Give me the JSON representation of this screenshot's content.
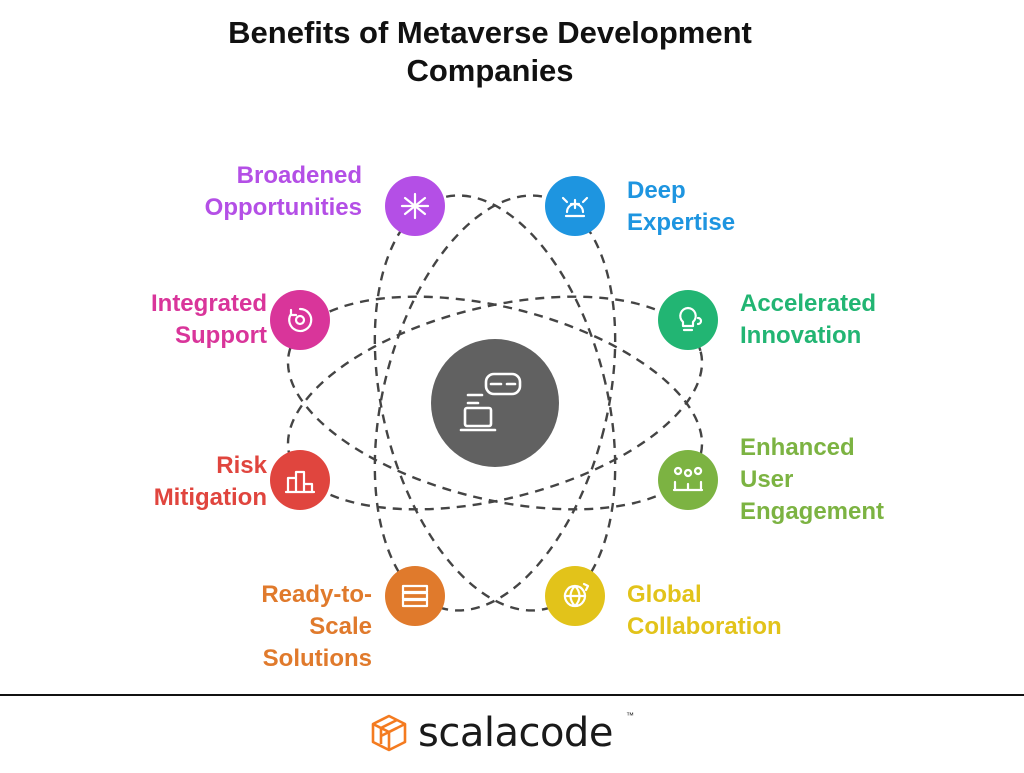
{
  "title_line1": "Benefits of Metaverse Development",
  "title_line2": "Companies",
  "center_icon": "vr-headset-laptop-icon",
  "orbit_color": "#444444",
  "center_color": "#616161",
  "benefits": [
    {
      "label": "Broadened\nOpportunities",
      "color": "#B44FE6",
      "icon": "network-nodes-icon",
      "side": "left"
    },
    {
      "label": "Deep\nExpertise",
      "color": "#1E95E0",
      "icon": "ai-brain-icon",
      "side": "right"
    },
    {
      "label": "Integrated\nSupport",
      "color": "#D9359A",
      "icon": "gear-cycle-icon",
      "side": "left"
    },
    {
      "label": "Accelerated\nInnovation",
      "color": "#22B573",
      "icon": "lightbulb-gear-icon",
      "side": "right"
    },
    {
      "label": "Risk\nMitigation",
      "color": "#E0453E",
      "icon": "shield-buildings-icon",
      "side": "left"
    },
    {
      "label": "Enhanced\nUser\nEngagement",
      "color": "#7CB342",
      "icon": "users-connected-icon",
      "side": "right"
    },
    {
      "label": "Ready-to-\nScale\nSolutions",
      "color": "#E07A2C",
      "icon": "stacked-servers-icon",
      "side": "left"
    },
    {
      "label": "Global\nCollaboration",
      "color": "#E2C31A",
      "icon": "globe-arrows-icon",
      "side": "right"
    }
  ],
  "footer": {
    "brand": "scalacode",
    "trademark": "™",
    "logo_color": "#F47B20",
    "logo_icon": "scalacode-cube-logo-icon"
  }
}
